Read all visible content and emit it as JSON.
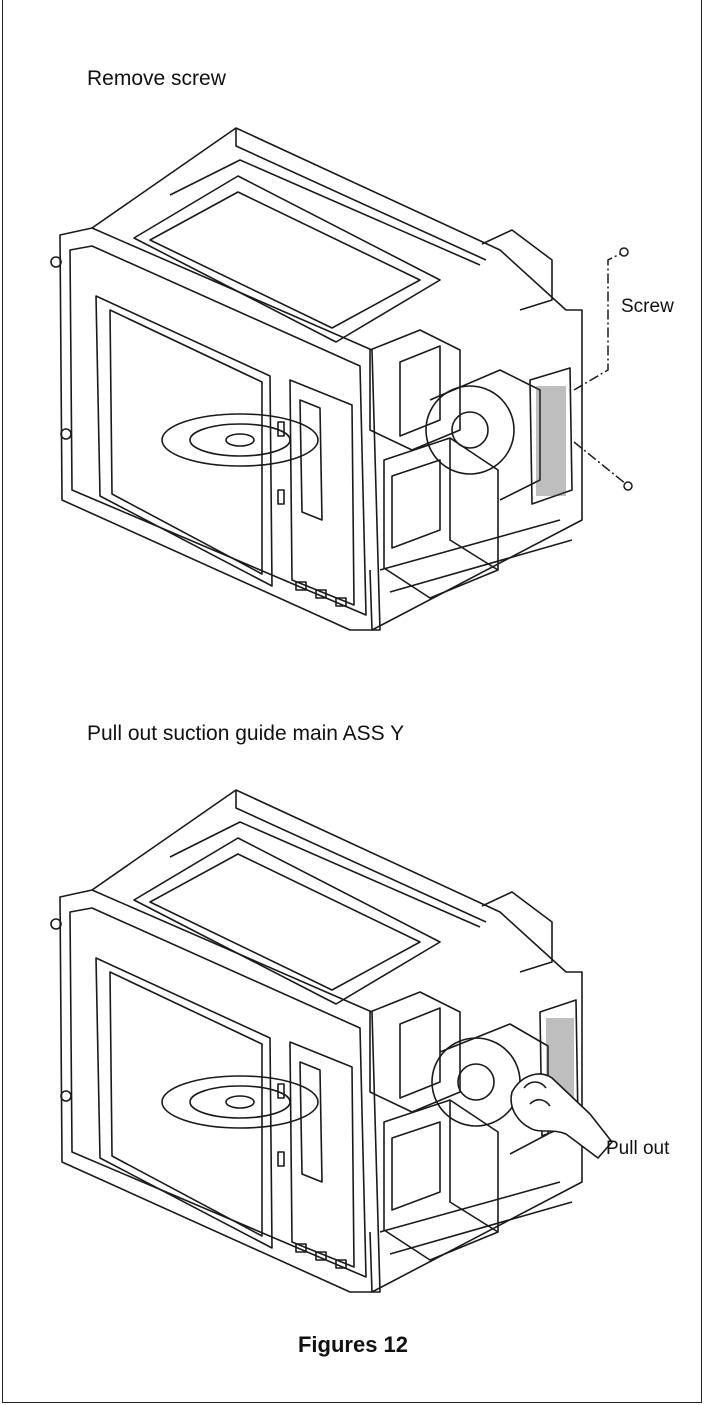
{
  "steps": [
    {
      "title": "Remove screw",
      "callout": "Screw"
    },
    {
      "title": "Pull out suction guide main ASS Y",
      "callout": "Pull out"
    }
  ],
  "caption": "Figures 12",
  "colors": {
    "line": "#1a1a1a",
    "background": "#ffffff"
  }
}
